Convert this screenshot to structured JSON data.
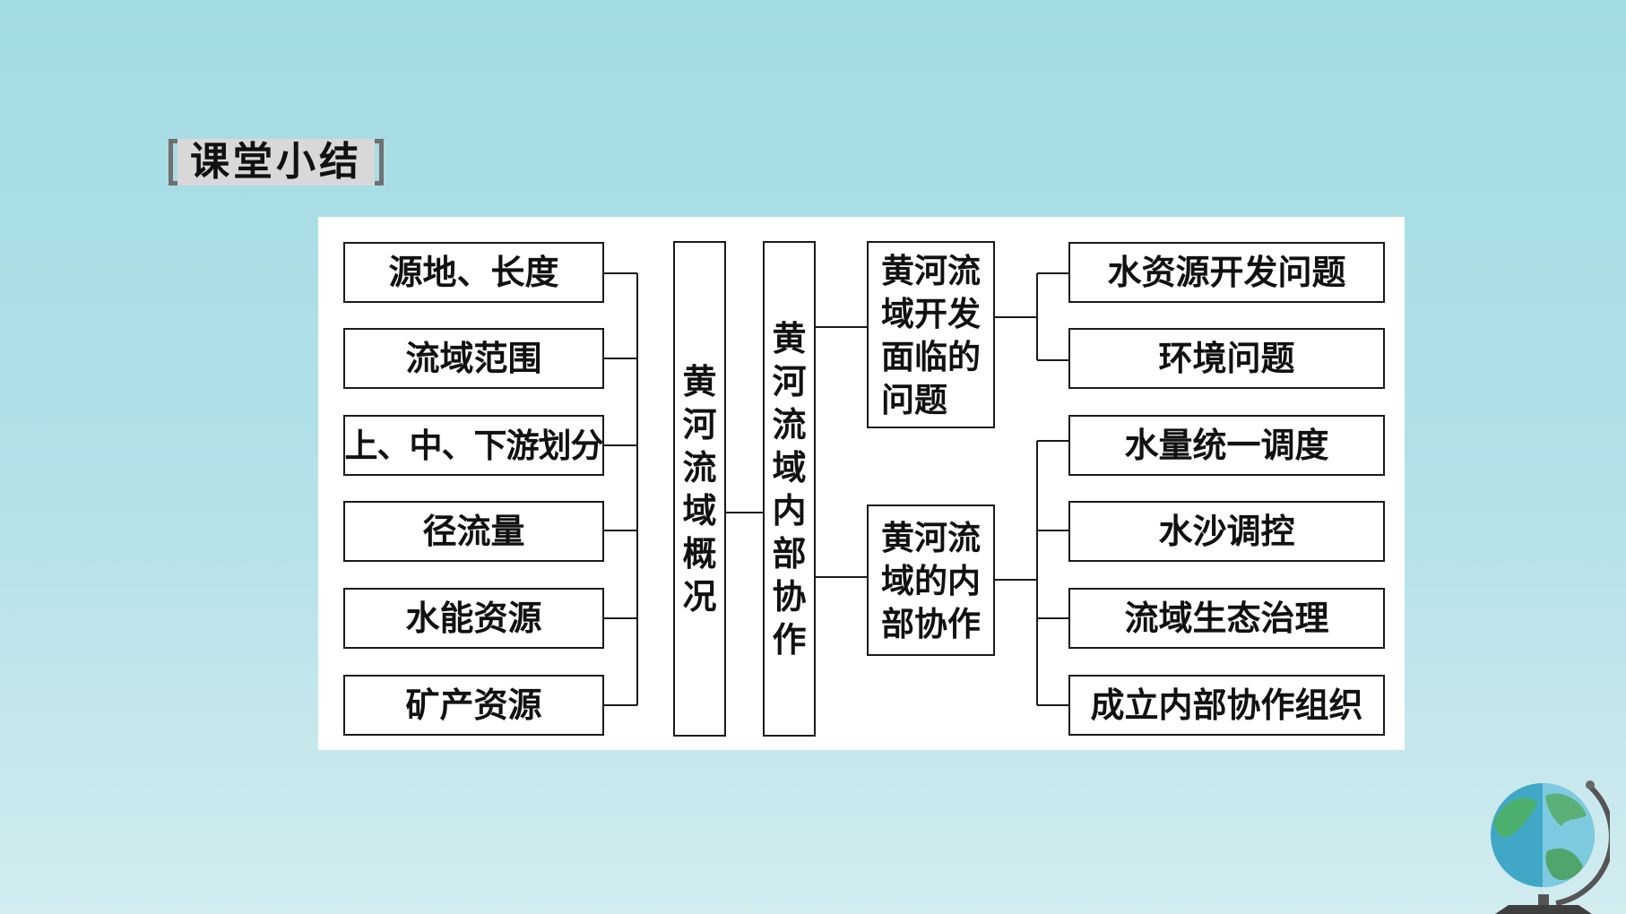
{
  "title": "课堂小结",
  "left_items": [
    "源地、长度",
    "流域范围",
    "上、中、下游划分",
    "径流量",
    "水能资源",
    "矿产资源"
  ],
  "overview": [
    "黄",
    "河",
    "流",
    "域",
    "概",
    "况"
  ],
  "cooperation": [
    "黄",
    "河",
    "流",
    "域",
    "内",
    "部",
    "协",
    "作"
  ],
  "problem_box": [
    "黄河流",
    "域开发",
    "面临的",
    "问题"
  ],
  "coop_box": [
    "黄河流",
    "域的内",
    "部协作"
  ],
  "problems": [
    "水资源开发问题",
    "环境问题"
  ],
  "measures": [
    "水量统一调度",
    "水沙调控",
    "流域生态治理",
    "成立内部协作组织"
  ]
}
